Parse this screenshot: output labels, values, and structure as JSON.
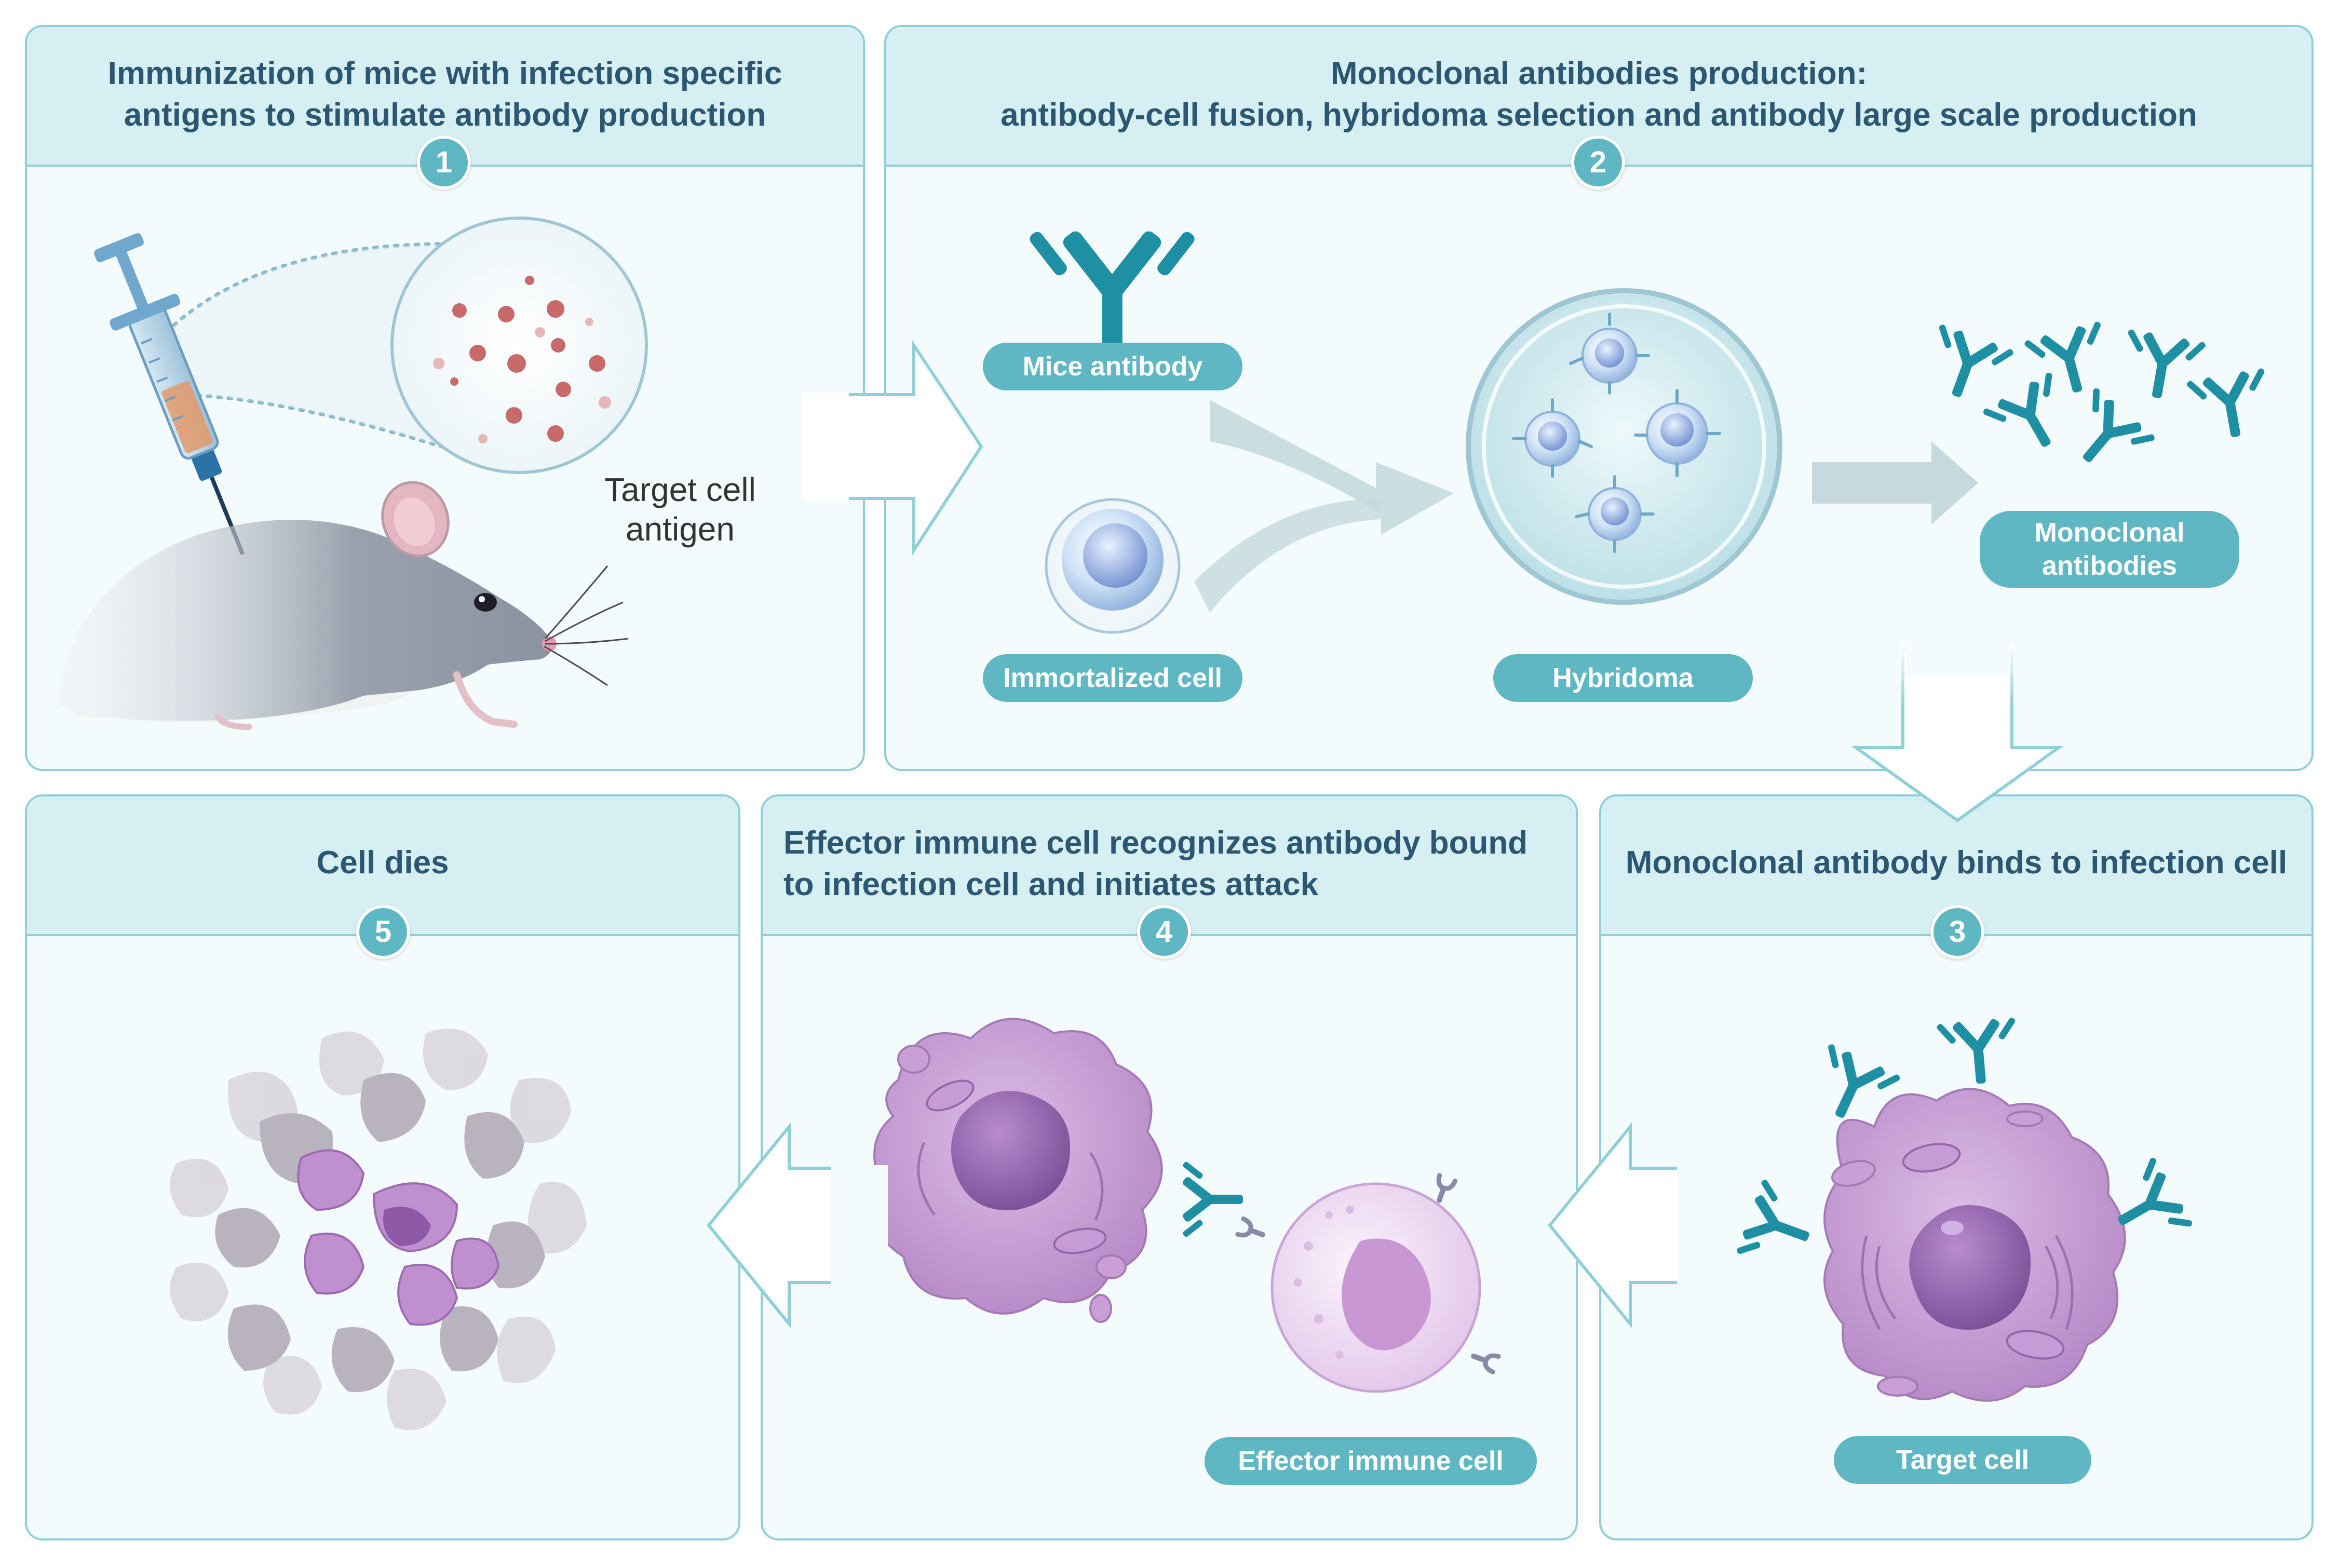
{
  "panels": {
    "p1": {
      "title_lines": [
        "Immunization of mice with infection specific",
        "antigens to stimulate antibody production"
      ],
      "number": "1"
    },
    "p2": {
      "title_lines": [
        "Monoclonal antibodies production:",
        "antibody-cell fusion, hybridoma selection and antibody large scale production"
      ],
      "number": "2"
    },
    "p3": {
      "title": "Monoclonal antibody binds to infection cell",
      "number": "3"
    },
    "p4": {
      "title_lines": [
        "Effector immune cell recognizes antibody bound",
        "to infection cell and initiates attack"
      ],
      "number": "4"
    },
    "p5": {
      "title": "Cell dies",
      "number": "5"
    }
  },
  "labels": {
    "target_antigen_lines": [
      "Target cell",
      "antigen"
    ],
    "mice_antibody": "Mice antibody",
    "immortalized_cell": "Immortalized cell",
    "hybridoma": "Hybridoma",
    "monoclonal_antibodies_lines": [
      "Monoclonal",
      "antibodies"
    ],
    "target_cell": "Target cell",
    "effector_immune_cell": "Effector immune cell"
  },
  "colors": {
    "panel_border": "#8fcfd8",
    "panel_header": "#d6eff3",
    "title_text": "#2b5773",
    "pill": "#5fb7c3",
    "antibody": "#1f8fa3",
    "cell_purple": "#c99fd6"
  }
}
